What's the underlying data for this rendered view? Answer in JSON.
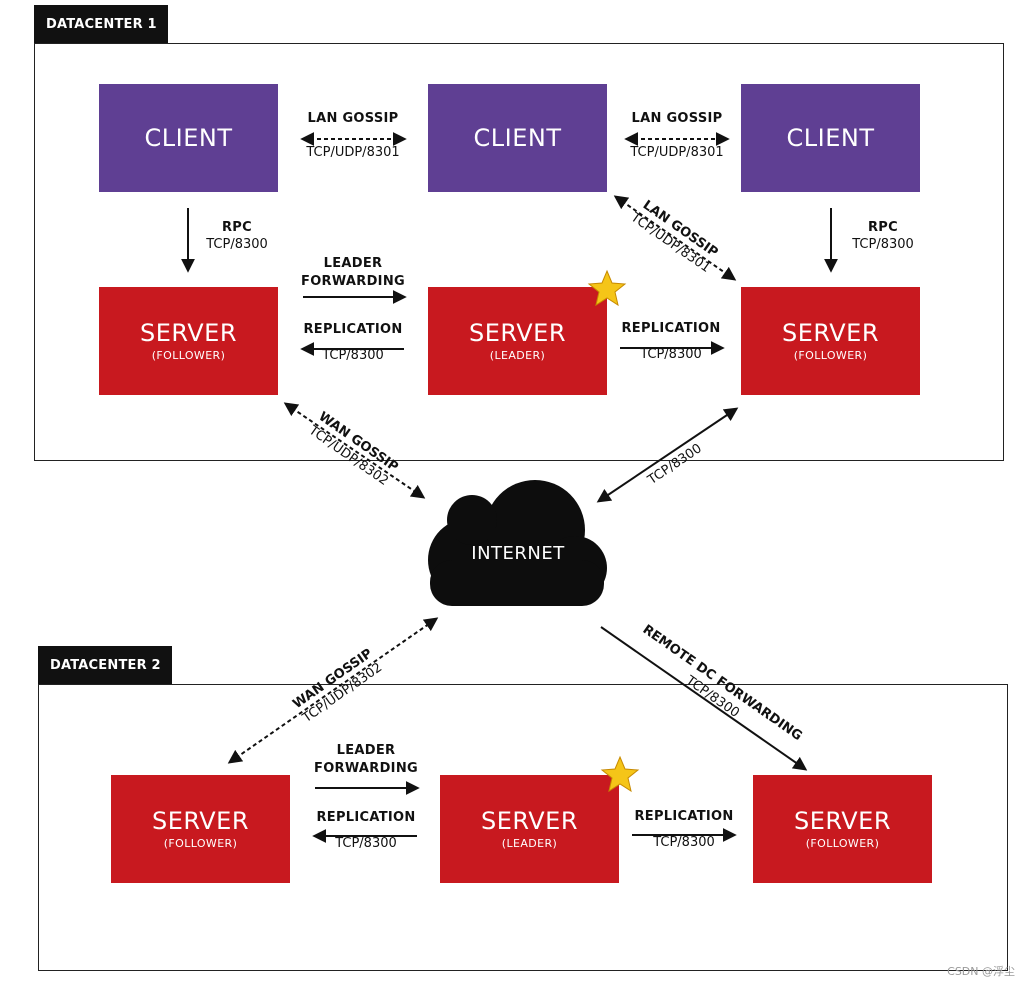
{
  "datacenters": {
    "dc1": "DATACENTER 1",
    "dc2": "DATACENTER 2"
  },
  "nodes": {
    "client": "CLIENT",
    "server": "SERVER",
    "follower": "(FOLLOWER)",
    "leader": "(LEADER)"
  },
  "labels": {
    "lan_gossip": "LAN GOSSIP",
    "tcp_udp_8301": "TCP/UDP/8301",
    "rpc": "RPC",
    "tcp_8300": "TCP/8300",
    "leader": "LEADER",
    "forwarding": "FORWARDING",
    "replication": "REPLICATION",
    "wan_gossip": "WAN GOSSIP",
    "tcp_udp_8302": "TCP/UDP/8302",
    "remote_dc_forwarding": "REMOTE DC FORWARDING"
  },
  "cloud": {
    "label": "INTERNET"
  },
  "icons": {
    "leader_marker": "star-icon",
    "star_color": "#f5c518"
  },
  "colors": {
    "client": "#5f3f93",
    "server": "#c8191f",
    "frame": "#222222"
  },
  "watermark": "CSDN @浮尘"
}
